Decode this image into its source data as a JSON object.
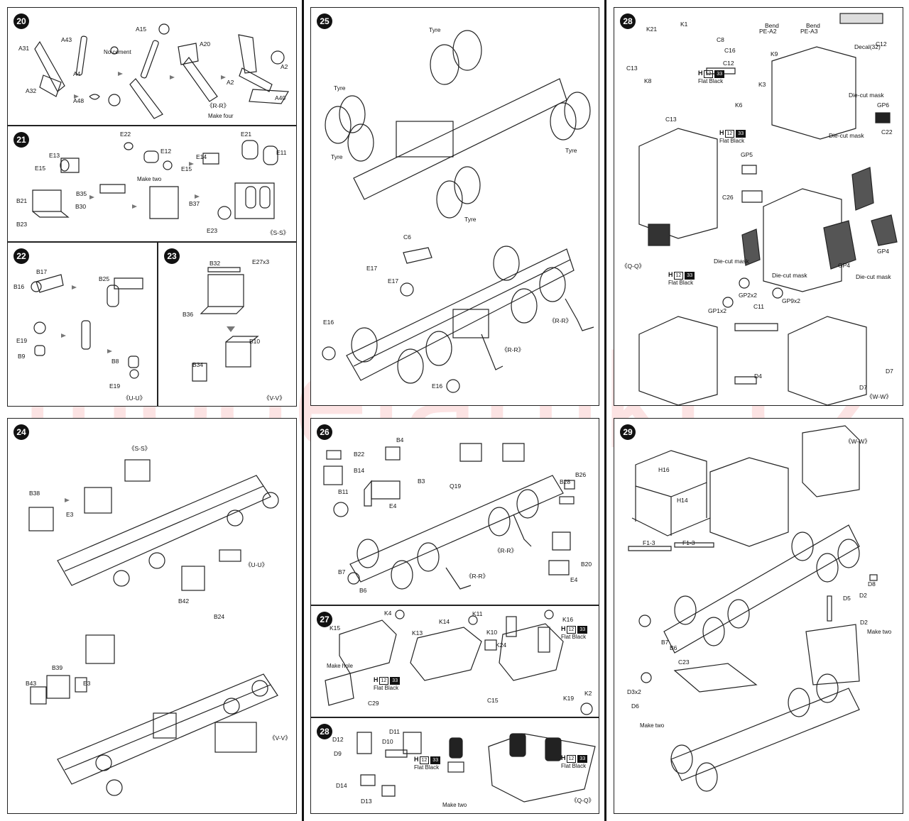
{
  "watermark": "modelartikl.cz",
  "steps": {
    "s20": {
      "num": "20",
      "labels": [
        "A31",
        "A43",
        "A15",
        "No cement",
        "A4",
        "A32",
        "A48",
        "A20",
        "A2",
        "A2",
        "A40",
        "《R-R》",
        "Make four"
      ]
    },
    "s21": {
      "num": "21",
      "labels": [
        "E22",
        "E13",
        "E15",
        "E12",
        "Make two",
        "E21",
        "E14",
        "E15",
        "E11",
        "B35",
        "B21",
        "B30",
        "B37",
        "B23",
        "E23",
        "《S-S》"
      ]
    },
    "s22": {
      "num": "22",
      "labels": [
        "B17",
        "B16",
        "B25",
        "E19",
        "B9",
        "B8",
        "E19",
        "《U-U》"
      ]
    },
    "s23": {
      "num": "23",
      "labels": [
        "B32",
        "E27x3",
        "B36",
        "B10",
        "B34",
        "《V-V》"
      ]
    },
    "s24": {
      "num": "24",
      "labels": [
        "《S-S》",
        "B38",
        "E3",
        "《U-U》",
        "B42",
        "B24",
        "B39",
        "B43",
        "E3",
        "《V-V》"
      ]
    },
    "s25": {
      "num": "25",
      "labels": [
        "Tyre",
        "Tyre",
        "Tyre",
        "Tyre",
        "Tyre",
        "C6",
        "E17",
        "E17",
        "《R-R》",
        "E16",
        "《R-R》",
        "E16"
      ]
    },
    "s26": {
      "num": "26",
      "labels": [
        "B22",
        "B4",
        "B14",
        "B3",
        "B11",
        "E4",
        "Q19",
        "B26",
        "B28",
        "《R-R》",
        "B7",
        "B6",
        "《R-R》",
        "B20",
        "E4"
      ]
    },
    "s27": {
      "num": "27",
      "labels": [
        "K15",
        "K4",
        "K11",
        "K14",
        "K13",
        "K10",
        "K16",
        "Make hole",
        "K24",
        "C15",
        "C29",
        "K19",
        "K2"
      ],
      "paint": "Flat Black"
    },
    "s28a": {
      "num": "28",
      "labels": [
        "D12",
        "D11",
        "D9",
        "D10",
        "D14",
        "D13",
        "Make two",
        "《Q-Q》"
      ],
      "paint": "Flat Black"
    },
    "s28b": {
      "num": "28",
      "labels": [
        "K21",
        "K1",
        "C8",
        "Bend",
        "PE-A2",
        "Bend",
        "PE-A3",
        "C12",
        "Decal(32)",
        "C13",
        "C16",
        "C12",
        "K9",
        "K8",
        "K6",
        "K3",
        "Die-cut mask",
        "GP6",
        "C13",
        "Die-cut mask",
        "C22",
        "GP5",
        "C26",
        "《Q-Q》",
        "Die-cut mask",
        "Die-cut mask",
        "GP4",
        "GP4",
        "Die-cut mask",
        "GP2x2",
        "GP9x2",
        "GP1x2",
        "C11",
        "D4",
        "D7",
        "D7",
        "《W-W》"
      ],
      "paint": "Flat Black"
    },
    "s29": {
      "num": "29",
      "labels": [
        "《W-W》",
        "H16",
        "H14",
        "F1-3",
        "F1-3",
        "D8",
        "D5",
        "D2",
        "D2",
        "Make two",
        "B7",
        "B6",
        "C23",
        "D3x2",
        "D6",
        "Make two"
      ]
    }
  }
}
